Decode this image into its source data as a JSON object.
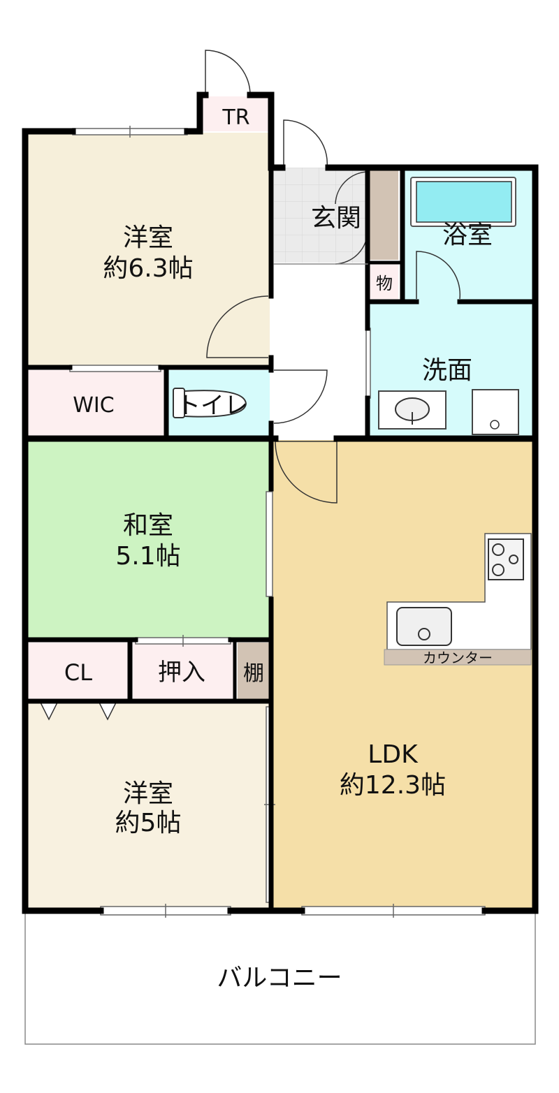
{
  "rooms": {
    "western1": {
      "name": "洋室",
      "size": "約6.3帖"
    },
    "wic": {
      "name": "WIC"
    },
    "toilet": {
      "name": "トイレ"
    },
    "entrance": {
      "name": "玄関"
    },
    "bath": {
      "name": "浴室"
    },
    "storage": {
      "name": "物"
    },
    "washroom": {
      "name": "洗面"
    },
    "japanese": {
      "name": "和室",
      "size": "5.1帖"
    },
    "closet": {
      "name": "CL"
    },
    "oshiire": {
      "name": "押入"
    },
    "shelf": {
      "name": "棚"
    },
    "western2": {
      "name": "洋室",
      "size": "約5帖"
    },
    "ldk": {
      "name": "LDK",
      "size": "約12.3帖"
    },
    "counter": {
      "name": "カウンター"
    },
    "trunk_room": {
      "name": "TR"
    },
    "balcony": {
      "name": "バルコニー"
    }
  },
  "colors": {
    "wall": "#000000",
    "western1": "#f6efda",
    "western2": "#f8f1e0",
    "ldk": "#f5dfa8",
    "japanese": "#cdf3c2",
    "wet_area": "#d6fbfb",
    "storage": "#fdeff0",
    "shelf": "#d2c3b4",
    "entrance_tile": "#ebebeb",
    "counter": "#d2c3b4"
  }
}
